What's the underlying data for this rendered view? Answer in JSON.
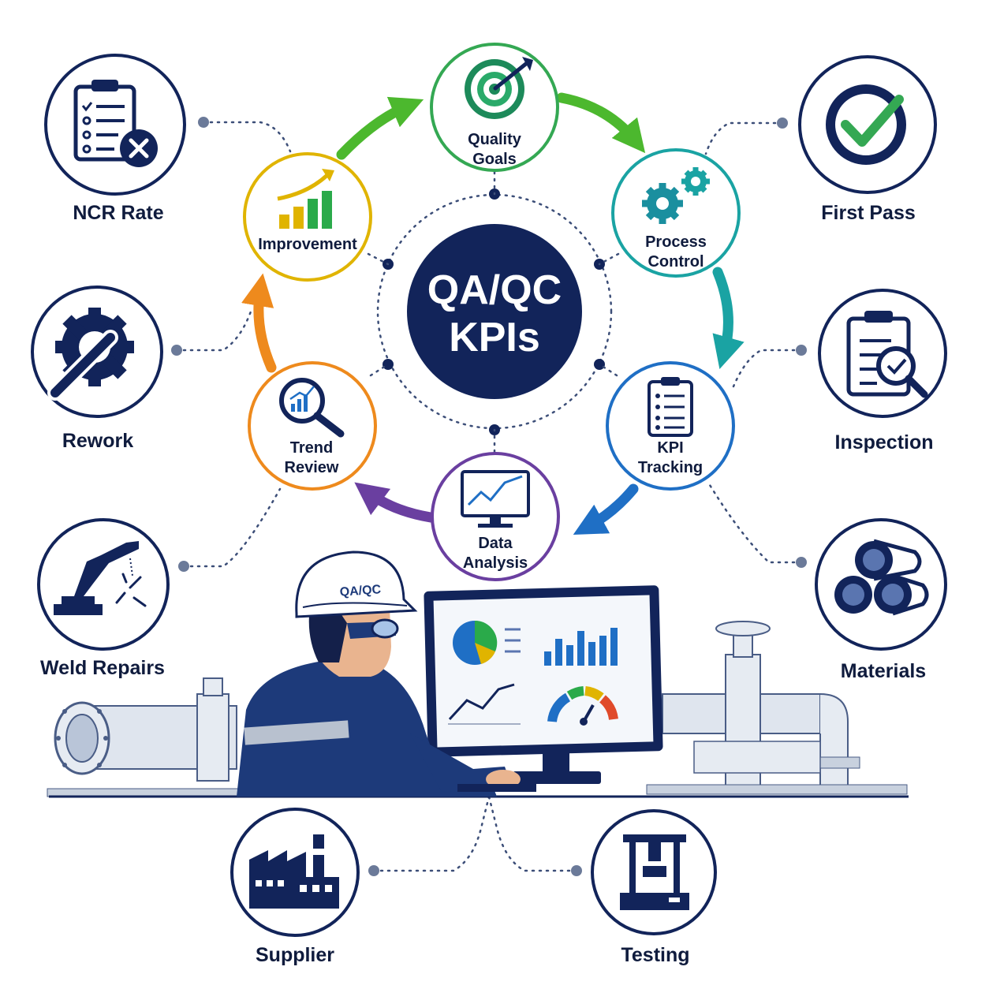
{
  "center": {
    "line1": "QA/QC",
    "line2": "KPIs"
  },
  "cycle": [
    {
      "id": "quality-goals",
      "line1": "Quality",
      "line2": "Goals",
      "color": "#34a853",
      "icon": "target-icon"
    },
    {
      "id": "process-control",
      "line1": "Process",
      "line2": "Control",
      "color": "#1aa3a3",
      "icon": "gears-icon"
    },
    {
      "id": "kpi-tracking",
      "line1": "KPI",
      "line2": "Tracking",
      "color": "#1f6fc5",
      "icon": "clipboard-list-icon"
    },
    {
      "id": "data-analysis",
      "line1": "Data",
      "line2": "Analysis",
      "color": "#6a3fa0",
      "icon": "monitor-chart-icon"
    },
    {
      "id": "trend-review",
      "line1": "Trend",
      "line2": "Review",
      "color": "#ee8a1d",
      "icon": "magnifier-chart-icon"
    },
    {
      "id": "improvement",
      "line1": "Improvement",
      "line2": "",
      "color": "#e0b400",
      "icon": "growth-bars-icon"
    }
  ],
  "outer": [
    {
      "id": "ncr-rate",
      "label": "NCR Rate",
      "icon": "clipboard-x-icon"
    },
    {
      "id": "first-pass",
      "label": "First Pass",
      "icon": "checkmark-icon"
    },
    {
      "id": "rework",
      "label": "Rework",
      "icon": "gear-wrench-icon"
    },
    {
      "id": "inspection",
      "label": "Inspection",
      "icon": "clipboard-magnifier-icon"
    },
    {
      "id": "weld-repairs",
      "label": "Weld Repairs",
      "icon": "welding-torch-icon"
    },
    {
      "id": "materials",
      "label": "Materials",
      "icon": "pipes-icon"
    },
    {
      "id": "supplier",
      "label": "Supplier",
      "icon": "factory-icon"
    },
    {
      "id": "testing",
      "label": "Testing",
      "icon": "testing-press-icon"
    }
  ],
  "helmet_text": "QA/QC",
  "colors": {
    "navy": "#12245a",
    "accent_green": "#34a853",
    "accent_blue": "#1f6fc5"
  }
}
